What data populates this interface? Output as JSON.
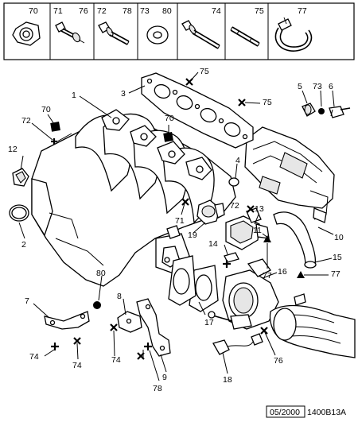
{
  "diagram": {
    "header_parts": [
      {
        "ref": "70",
        "icon": "flange-nut-icon"
      },
      {
        "ref": "71",
        "icon": "shouldered-bolt-icon"
      },
      {
        "ref": "76",
        "icon": "shouldered-bolt-icon"
      },
      {
        "ref": "72",
        "icon": "flange-bolt-icon"
      },
      {
        "ref": "78",
        "icon": "flange-bolt-icon"
      },
      {
        "ref": "73",
        "icon": "flat-washer-icon"
      },
      {
        "ref": "80",
        "icon": "flat-washer-icon"
      },
      {
        "ref": "74",
        "icon": "long-bolt-icon"
      },
      {
        "ref": "75",
        "icon": "stud-icon"
      },
      {
        "ref": "77",
        "icon": "hose-clamp-icon"
      }
    ],
    "callouts": [
      "1",
      "2",
      "3",
      "4",
      "5",
      "6",
      "7",
      "8",
      "9",
      "10",
      "11",
      "12",
      "13",
      "14",
      "15",
      "16",
      "17",
      "18",
      "19",
      "70",
      "72",
      "73",
      "75",
      "75",
      "70",
      "71",
      "72",
      "77",
      "77",
      "80",
      "74",
      "74",
      "74",
      "78",
      "76",
      "75"
    ],
    "footer": {
      "date": "05/2000",
      "code": "1400B13A"
    }
  }
}
